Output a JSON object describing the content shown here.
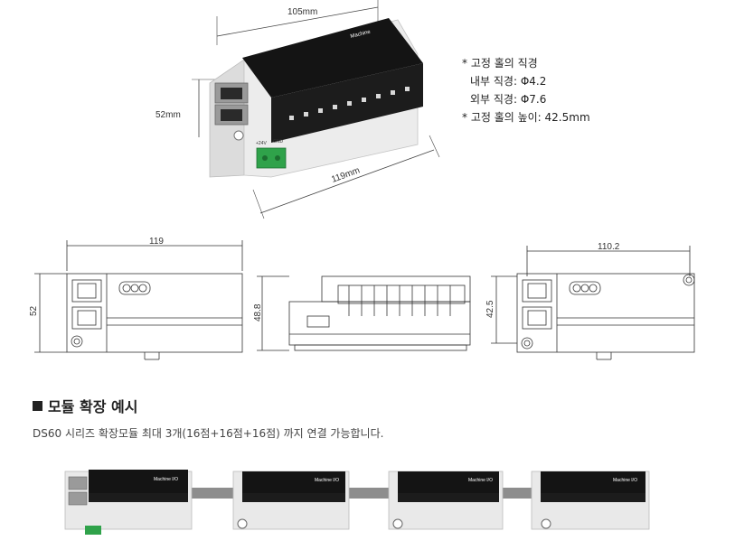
{
  "product_photo": {
    "dim_width": "105mm",
    "dim_height": "52mm",
    "dim_length": "119mm",
    "brand": "Machine",
    "port_labels": [
      "+24V",
      "GND"
    ]
  },
  "notes": {
    "line1": "* 고정 홀의 직경",
    "line2": "내부 직경: Φ4.2",
    "line3": "외부 직경: Φ7.6",
    "line4": "* 고정 홀의 높이: 42.5mm"
  },
  "drawings": {
    "front_width": "119",
    "front_height": "52",
    "side_height": "48.8",
    "rear_width": "110.2",
    "rear_height": "42.5"
  },
  "section": {
    "title": "모듈 확장 예시",
    "description": "DS60 시리즈 확장모듈 최대 3개(16점+16점+16점) 까지 연결 가능합니다."
  },
  "modules": [
    {
      "label": "Machine I/O"
    },
    {
      "label": "Machine I/O"
    },
    {
      "label": "Machine I/O"
    },
    {
      "label": "Machine I/O"
    }
  ],
  "colors": {
    "body": "#e9e9e9",
    "top_panel": "#141414",
    "connector_green": "#2fa24a",
    "terminal": "#1a1a1a",
    "cable": "#8d8d8d"
  }
}
